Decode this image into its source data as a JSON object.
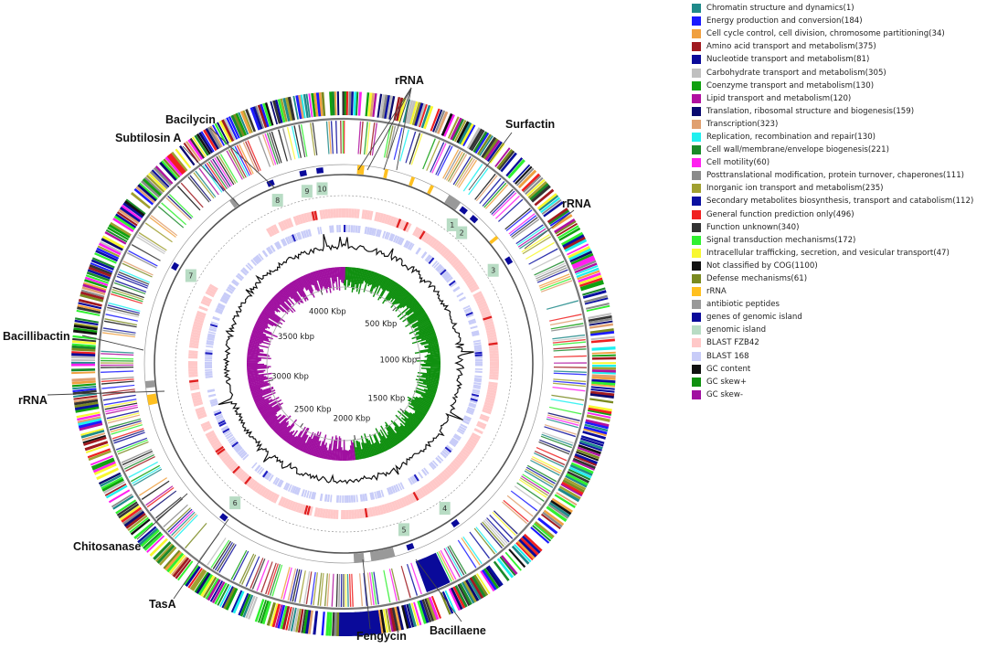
{
  "legend": [
    {
      "label": "Chromatin structure and dynamics(1)",
      "color": "#1f8a8a"
    },
    {
      "label": "Energy production and conversion(184)",
      "color": "#1a1aff"
    },
    {
      "label": "Cell cycle control, cell division, chromosome partitioning(34)",
      "color": "#f0a040"
    },
    {
      "label": "Amino acid transport and metabolism(375)",
      "color": "#a01a20"
    },
    {
      "label": "Nucleotide transport and metabolism(81)",
      "color": "#0a0a9a"
    },
    {
      "label": "Carbohydrate transport and metabolism(305)",
      "color": "#c0c0c0"
    },
    {
      "label": "Coenzyme transport and metabolism(130)",
      "color": "#10a010"
    },
    {
      "label": "Lipid transport and metabolism(120)",
      "color": "#b010a0"
    },
    {
      "label": "Translation, ribosomal structure and biogenesis(159)",
      "color": "#0a0a70"
    },
    {
      "label": "Transcription(323)",
      "color": "#e0a070"
    },
    {
      "label": "Replication, recombination and repair(130)",
      "color": "#20f0f0"
    },
    {
      "label": "Cell wall/membrane/envelope biogenesis(221)",
      "color": "#1a8a2a"
    },
    {
      "label": "Cell motility(60)",
      "color": "#ff20f0"
    },
    {
      "label": "Posttranslational modification, protein turnover, chaperones(111)",
      "color": "#8a8a8a"
    },
    {
      "label": "Inorganic ion transport and metabolism(235)",
      "color": "#a0a030"
    },
    {
      "label": "Secondary metabolites biosynthesis, transport and catabolism(112)",
      "color": "#0a10a0"
    },
    {
      "label": "General function prediction only(496)",
      "color": "#f02020"
    },
    {
      "label": "Function unknown(340)",
      "color": "#333333"
    },
    {
      "label": "Signal transduction mechanisms(172)",
      "color": "#30f030"
    },
    {
      "label": "Intracellular trafficking, secretion, and vesicular transport(47)",
      "color": "#f8f830"
    },
    {
      "label": "Not classified by COG(1100)",
      "color": "#111111"
    },
    {
      "label": "Defense mechanisms(61)",
      "color": "#7a8a20"
    },
    {
      "label": "rRNA",
      "color": "#ffc020"
    },
    {
      "label": "antibiotic peptides",
      "color": "#999999"
    },
    {
      "label": "genes of genomic island",
      "color": "#0a0a9a"
    },
    {
      "label": "genomic island",
      "color": "#b8dcc4"
    },
    {
      "label": "BLAST FZB42",
      "color": "#ffc8c8"
    },
    {
      "label": "BLAST 168",
      "color": "#c8ccf8"
    },
    {
      "label": "GC content",
      "color": "#111111"
    },
    {
      "label": "GC skew+",
      "color": "#109010"
    },
    {
      "label": "GC skew-",
      "color": "#a010a0"
    }
  ],
  "features": {
    "rrna_top": "rRNA",
    "bacilycin": "Bacilycin",
    "subtilosin": "Subtilosin A",
    "surfactin": "Surfactin",
    "rrna_right": "rRNA",
    "bacillibactin": "Bacillibactin",
    "rrna_left": "rRNA",
    "chitosanase": "Chitosanase",
    "tasa": "TasA",
    "fengycin": "Fengycin",
    "bacillaene": "Bacillaene"
  },
  "scale_ticks": [
    "500 Kbp",
    "1000 Kbp",
    "1500 Kbp",
    "2000 Kbp",
    "2500 Kbp",
    "3000 Kbp",
    "3500 kbp",
    "4000 Kbp"
  ],
  "genomic_islands": [
    "1",
    "2",
    "3",
    "4",
    "5",
    "6",
    "7",
    "8",
    "9",
    "10"
  ]
}
